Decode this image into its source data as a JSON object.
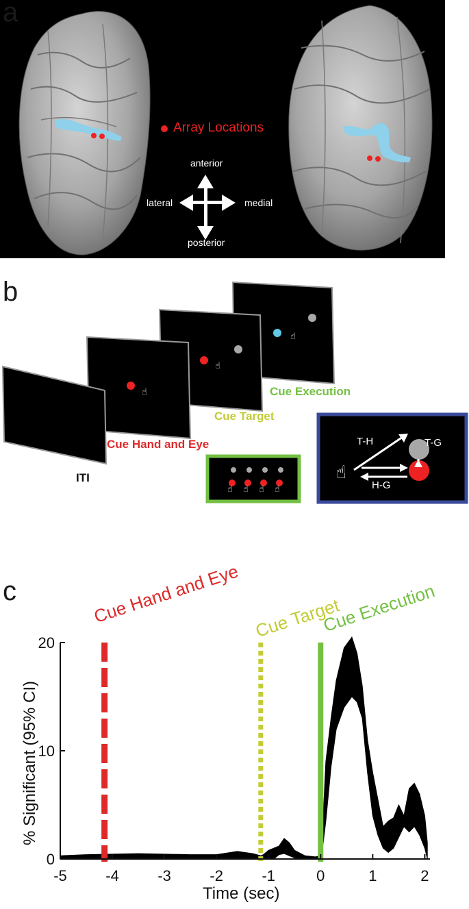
{
  "panels": {
    "a": "a",
    "b": "b",
    "c": "c"
  },
  "panel_a": {
    "legend_label": "Array Locations",
    "compass": {
      "anterior": "anterior",
      "posterior": "posterior",
      "lateral": "lateral",
      "medial": "medial"
    },
    "colors": {
      "array": "#ee2222",
      "sulcus": "#8fd0ea",
      "background": "#000000",
      "cortex": "#9a9a9a"
    }
  },
  "panel_b": {
    "screens": {
      "iti": "ITI",
      "cue_hand_eye": "Cue Hand and Eye",
      "cue_target": "Cue Target",
      "cue_execution": "Cue Execution"
    },
    "relations": {
      "th": "T-H",
      "tg": "T-G",
      "hg": "H-G"
    },
    "colors": {
      "cue_hand_eye": "#dd2a2a",
      "cue_target": "#c3cc35",
      "cue_execution": "#74c043",
      "inset_green_border": "#74c043",
      "inset_blue_border": "#3a4a9a",
      "target": "#a8a8a8",
      "eye": "#ee2222",
      "execution_target": "#5ec8e5"
    }
  },
  "chart_data": {
    "type": "area",
    "title": "",
    "xlabel": "Time (sec)",
    "ylabel": "% Significant (95% CI)",
    "xlim": [
      -5,
      2.1
    ],
    "ylim": [
      0,
      20
    ],
    "x_ticks": [
      -5,
      -4,
      -3,
      -2,
      -1,
      0,
      1,
      2
    ],
    "y_ticks": [
      0,
      10,
      20
    ],
    "grid": false,
    "band": {
      "x": [
        -5,
        -4.5,
        -4,
        -3.5,
        -3,
        -2.5,
        -2,
        -1.6,
        -1.3,
        -1.15,
        -1.1,
        -1,
        -0.9,
        -0.8,
        -0.7,
        -0.6,
        -0.5,
        -0.3,
        -0.1,
        0,
        0.05,
        0.1,
        0.2,
        0.3,
        0.45,
        0.6,
        0.7,
        0.8,
        0.9,
        1.0,
        1.1,
        1.2,
        1.3,
        1.4,
        1.5,
        1.6,
        1.7,
        1.8,
        1.9,
        2.0,
        2.05
      ],
      "lower": [
        0,
        0,
        0,
        0,
        0,
        0,
        0,
        0,
        0,
        0,
        0,
        0,
        0,
        0.4,
        0.5,
        0.3,
        0.1,
        0,
        0,
        0,
        1.5,
        3.5,
        8.5,
        12,
        14,
        15,
        14.5,
        13,
        8,
        4,
        2.2,
        1,
        0.6,
        1,
        2,
        3,
        2.5,
        3,
        2.2,
        1,
        0
      ],
      "upper": [
        0.3,
        0.4,
        0.45,
        0.5,
        0.45,
        0.4,
        0.4,
        0.7,
        0.5,
        0.3,
        0.4,
        0.8,
        1,
        1.2,
        1.9,
        1.5,
        0.8,
        0.3,
        0.2,
        0.3,
        4,
        9,
        13,
        16.5,
        19.5,
        20.5,
        19,
        16,
        11,
        8,
        5.5,
        3,
        3.5,
        3.8,
        5,
        4,
        6.5,
        7,
        6,
        4,
        1.5
      ]
    },
    "events": [
      {
        "name": "Cue Hand and Eye",
        "x": -4.15,
        "color": "#dd2a2a",
        "style": "dashed"
      },
      {
        "name": "Cue Target",
        "x": -1.15,
        "color": "#c3cc35",
        "style": "dotted"
      },
      {
        "name": "Cue Execution",
        "x": 0,
        "color": "#74c043",
        "style": "solid"
      }
    ]
  }
}
